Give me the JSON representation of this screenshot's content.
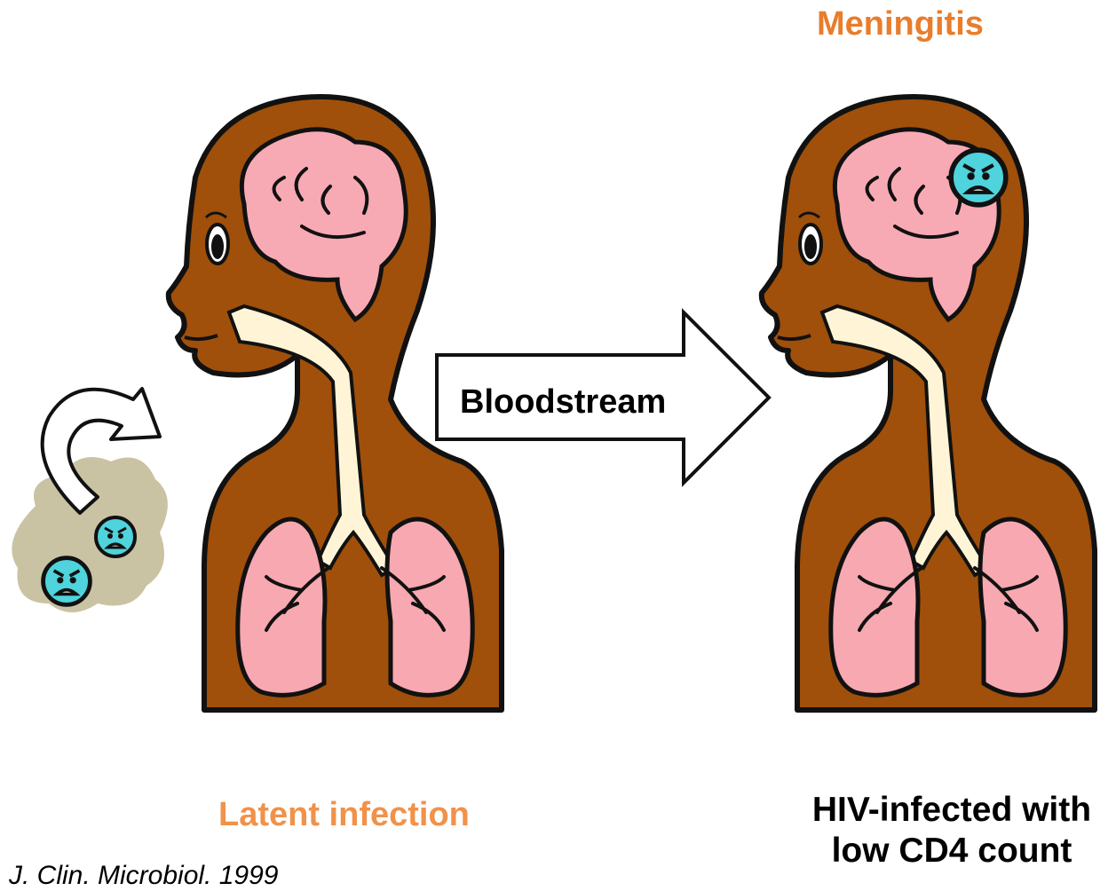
{
  "labels": {
    "top_right": "Meningitis",
    "arrow": "Bloodstream",
    "bottom_left": "Latent infection",
    "bottom_right_line1": "HIV-infected with",
    "bottom_right_line2": "low CD4 count",
    "citation": "J. Clin. Microbiol. 1999"
  },
  "colors": {
    "skin": "#a0500a",
    "brain": "#f7aab4",
    "lungs": "#f7a8b0",
    "airway": "#fff5d6",
    "microbe": "#4fd3dc",
    "cloud": "#c9c3a3",
    "orange_text": "#e87d2c"
  }
}
